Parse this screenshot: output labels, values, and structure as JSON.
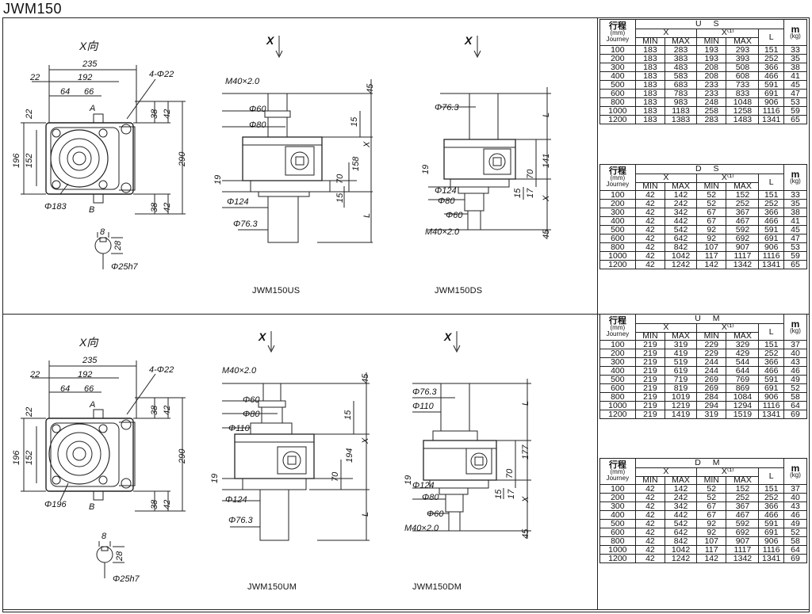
{
  "title": "JWM150",
  "x_direction_label": "X向",
  "x_label": "X",
  "models": {
    "us": "JWM150US",
    "ds": "JWM150DS",
    "um": "JWM150UM",
    "dm": "JWM150DM"
  },
  "dims": {
    "d235": "235",
    "d192": "192",
    "d22": "22",
    "d64": "64",
    "d66": "66",
    "holes": "4-Φ22",
    "a": "A",
    "b": "B",
    "d38": "38",
    "d42": "42",
    "d290": "290",
    "d196": "196",
    "d152": "152",
    "d183": "Φ183",
    "d196dia": "Φ196",
    "key8": "8",
    "key28": "28",
    "shaft": "Φ25h7",
    "thread": "M40×2.0",
    "dia60": "Φ60",
    "dia80": "Φ80",
    "dia76": "Φ76.3",
    "dia124": "Φ124",
    "dia110": "Φ110",
    "d45": "45",
    "d15": "15",
    "d158": "158",
    "d70": "70",
    "d19": "19",
    "dL": "L",
    "d141": "141",
    "d17": "17",
    "d194": "194",
    "d177": "177",
    "dX": "X"
  },
  "table_labels": {
    "journey_top": "行程",
    "journey_mm": "(mm)",
    "journey_en": "Journey",
    "x": "X",
    "x1": "X⁽¹⁾",
    "min": "MIN",
    "max": "MAX",
    "L": "L",
    "m": "m",
    "kg": "(kg)"
  },
  "tables": [
    {
      "code": "U S",
      "rows": [
        [
          "100",
          "183",
          "283",
          "193",
          "293",
          "151",
          "33"
        ],
        [
          "200",
          "183",
          "383",
          "193",
          "393",
          "252",
          "35"
        ],
        [
          "300",
          "183",
          "483",
          "208",
          "508",
          "366",
          "38"
        ],
        [
          "400",
          "183",
          "583",
          "208",
          "608",
          "466",
          "41"
        ],
        [
          "500",
          "183",
          "683",
          "233",
          "733",
          "591",
          "45"
        ],
        [
          "600",
          "183",
          "783",
          "233",
          "833",
          "691",
          "47"
        ],
        [
          "800",
          "183",
          "983",
          "248",
          "1048",
          "906",
          "53"
        ],
        [
          "1000",
          "183",
          "1183",
          "258",
          "1258",
          "1116",
          "59"
        ],
        [
          "1200",
          "183",
          "1383",
          "283",
          "1483",
          "1341",
          "65"
        ]
      ]
    },
    {
      "code": "D S",
      "rows": [
        [
          "100",
          "42",
          "142",
          "52",
          "152",
          "151",
          "33"
        ],
        [
          "200",
          "42",
          "242",
          "52",
          "252",
          "252",
          "35"
        ],
        [
          "300",
          "42",
          "342",
          "67",
          "367",
          "366",
          "38"
        ],
        [
          "400",
          "42",
          "442",
          "67",
          "467",
          "466",
          "41"
        ],
        [
          "500",
          "42",
          "542",
          "92",
          "592",
          "591",
          "45"
        ],
        [
          "600",
          "42",
          "642",
          "92",
          "692",
          "691",
          "47"
        ],
        [
          "800",
          "42",
          "842",
          "107",
          "907",
          "906",
          "53"
        ],
        [
          "1000",
          "42",
          "1042",
          "117",
          "1117",
          "1116",
          "59"
        ],
        [
          "1200",
          "42",
          "1242",
          "142",
          "1342",
          "1341",
          "65"
        ]
      ]
    },
    {
      "code": "U M",
      "rows": [
        [
          "100",
          "219",
          "319",
          "229",
          "329",
          "151",
          "37"
        ],
        [
          "200",
          "219",
          "419",
          "229",
          "429",
          "252",
          "40"
        ],
        [
          "300",
          "219",
          "519",
          "244",
          "544",
          "366",
          "43"
        ],
        [
          "400",
          "219",
          "619",
          "244",
          "644",
          "466",
          "46"
        ],
        [
          "500",
          "219",
          "719",
          "269",
          "769",
          "591",
          "49"
        ],
        [
          "600",
          "219",
          "819",
          "269",
          "869",
          "691",
          "52"
        ],
        [
          "800",
          "219",
          "1019",
          "284",
          "1084",
          "906",
          "58"
        ],
        [
          "1000",
          "219",
          "1219",
          "294",
          "1294",
          "1116",
          "64"
        ],
        [
          "1200",
          "219",
          "1419",
          "319",
          "1519",
          "1341",
          "69"
        ]
      ]
    },
    {
      "code": "D M",
      "rows": [
        [
          "100",
          "42",
          "142",
          "52",
          "152",
          "151",
          "37"
        ],
        [
          "200",
          "42",
          "242",
          "52",
          "252",
          "252",
          "40"
        ],
        [
          "300",
          "42",
          "342",
          "67",
          "367",
          "366",
          "43"
        ],
        [
          "400",
          "42",
          "442",
          "67",
          "467",
          "466",
          "46"
        ],
        [
          "500",
          "42",
          "542",
          "92",
          "592",
          "591",
          "49"
        ],
        [
          "600",
          "42",
          "642",
          "92",
          "692",
          "691",
          "52"
        ],
        [
          "800",
          "42",
          "842",
          "107",
          "907",
          "906",
          "58"
        ],
        [
          "1000",
          "42",
          "1042",
          "117",
          "1117",
          "1116",
          "64"
        ],
        [
          "1200",
          "42",
          "1242",
          "142",
          "1342",
          "1341",
          "69"
        ]
      ]
    }
  ]
}
